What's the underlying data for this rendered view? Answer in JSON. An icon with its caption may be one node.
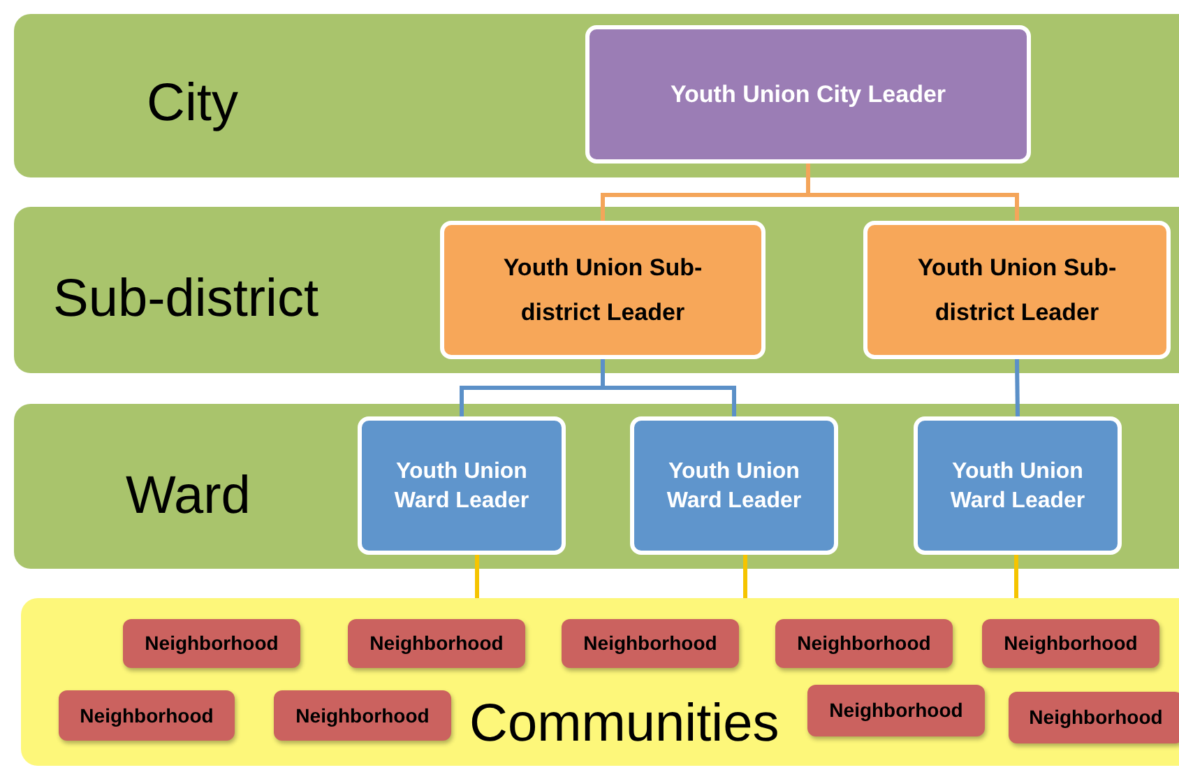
{
  "diagram": {
    "nodes": [
      {
        "text": [
          "City"
        ]
      },
      {
        "text": [
          "Youth Union City Leader"
        ],
        "in": 0
      },
      {
        "text": [
          "Sub-district"
        ]
      },
      {
        "text": [
          "Youth Union Sub-district Leader"
        ],
        "in": 2
      },
      {
        "text": [
          "Youth Union Sub-district Leader"
        ],
        "in": 2
      },
      {
        "text": [
          "Ward"
        ]
      },
      {
        "text": [
          "Youth Union Ward Leader"
        ],
        "in": 5
      },
      {
        "text": [
          "Youth Union Ward Leader"
        ],
        "in": 5
      },
      {
        "text": [
          "Youth Union Ward Leader"
        ],
        "in": 5
      },
      {
        "text": [
          "Communities"
        ]
      },
      {
        "text": [
          "Neighborhood"
        ],
        "in": 9
      },
      {
        "text": [
          "Neighborhood"
        ],
        "in": 9
      },
      {
        "text": [
          "Neighborhood"
        ],
        "in": 9
      },
      {
        "text": [
          "Neighborhood"
        ],
        "in": 9
      },
      {
        "text": [
          "Neighborhood"
        ],
        "in": 9
      },
      {
        "text": [
          "Neighborhood"
        ],
        "in": 9
      },
      {
        "text": [
          "Neighborhood"
        ],
        "in": 9
      },
      {
        "text": [
          "Neighborhood"
        ],
        "in": 9
      },
      {
        "text": [
          "Neighborhood"
        ],
        "in": 9
      }
    ],
    "edges": [
      {
        "from": 1,
        "to": 3,
        "arrow": "none",
        "color": "#f4a55a"
      },
      {
        "from": 1,
        "to": 4,
        "arrow": "none",
        "color": "#f4a55a"
      },
      {
        "from": 3,
        "to": 6,
        "arrow": "none",
        "color": "#5b90c8"
      },
      {
        "from": 3,
        "to": 7,
        "arrow": "none",
        "color": "#5b90c8"
      },
      {
        "from": 4,
        "to": 8,
        "arrow": "none",
        "color": "#5b90c8"
      },
      {
        "from": 6,
        "to": 9,
        "arrow": "none",
        "color": "#f5c400"
      },
      {
        "from": 7,
        "to": 9,
        "arrow": "none",
        "color": "#f5c400"
      },
      {
        "from": 8,
        "to": 9,
        "arrow": "none",
        "color": "#f5c400"
      }
    ]
  }
}
